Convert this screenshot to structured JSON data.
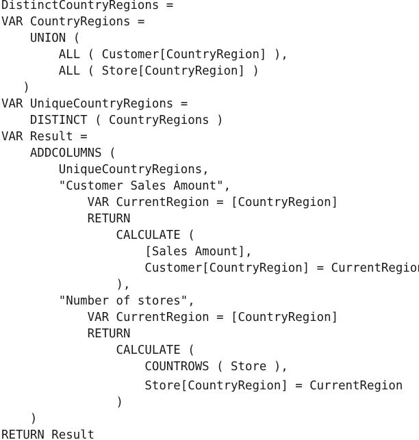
{
  "code": {
    "lines": [
      "DistinctCountryRegions =",
      "VAR CountryRegions =",
      "    UNION (",
      "        ALL ( Customer[CountryRegion] ),",
      "        ALL ( Store[CountryRegion] )",
      "   )",
      "VAR UniqueCountryRegions =",
      "    DISTINCT ( CountryRegions )",
      "VAR Result =",
      "    ADDCOLUMNS (",
      "        UniqueCountryRegions,",
      "        \"Customer Sales Amount\",",
      "            VAR CurrentRegion = [CountryRegion]",
      "            RETURN",
      "                CALCULATE (",
      "                    [Sales Amount],",
      "                    Customer[CountryRegion] = CurrentRegion",
      "                ),",
      "        \"Number of stores\",",
      "            VAR CurrentRegion = [CountryRegion]",
      "            RETURN",
      "                CALCULATE (",
      "                    COUNTROWS ( Store ),",
      "                    Store[CountryRegion] = CurrentRegion",
      "                )",
      "    )",
      "RETURN Result"
    ]
  }
}
